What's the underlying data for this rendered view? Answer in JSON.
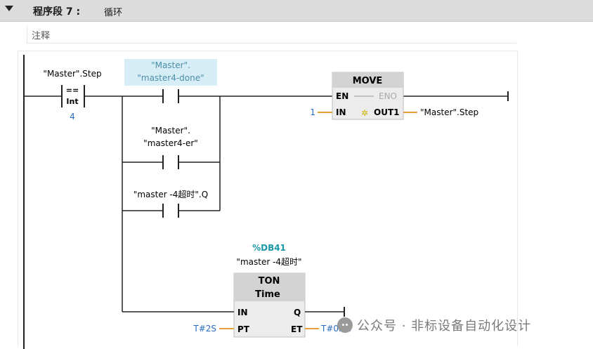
{
  "network": {
    "title": "程序段 7 :",
    "name": "循环",
    "comment": "注释"
  },
  "contacts": {
    "step_compare": {
      "operand": "\"Master\".Step",
      "op": "==",
      "type": "Int",
      "value": "4"
    },
    "done": {
      "line1": "\"Master\".",
      "line2": "\"master4-done\""
    },
    "er": {
      "line1": "\"Master\".",
      "line2": "\"master4-er\""
    },
    "timeout": {
      "operand": "\"master -4超时\".Q"
    }
  },
  "move_box": {
    "title": "MOVE",
    "en": "EN",
    "eno": "ENO",
    "in": "IN",
    "out": "OUT1",
    "in_value": "1",
    "out_operand": "\"Master\".Step"
  },
  "timer": {
    "db": "%DB41",
    "instance": "\"master -4超时\"",
    "title": "TON",
    "type": "Time",
    "in": "IN",
    "pt": "PT",
    "q": "Q",
    "et": "ET",
    "pt_value": "T#2S",
    "et_value": "T#0ms"
  },
  "watermark": "公众号 · 非标设备自动化设计",
  "colors": {
    "highlight": "#d8eef6",
    "constant": "#2a6cc2",
    "db_label": "#1a9aa8",
    "wire_orange": "#e8a03c",
    "box_header": "#d3d3d3"
  }
}
